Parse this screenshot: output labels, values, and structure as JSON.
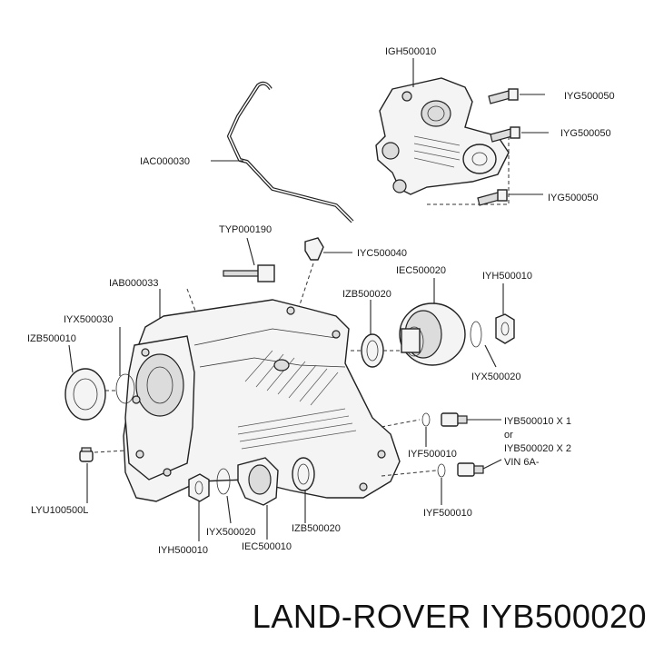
{
  "caption": "LAND-ROVER IYB500020",
  "labels": {
    "igh500010": "IGH500010",
    "iyg500050_a": "IYG500050",
    "iyg500050_b": "IYG500050",
    "iyg500050_c": "IYG500050",
    "iac000030": "IAC000030",
    "typ000190": "TYP000190",
    "iyc500040": "IYC500040",
    "iab000033": "IAB000033",
    "iec500020": "IEC500020",
    "iyh500010_top": "IYH500010",
    "izb500020_top": "IZB500020",
    "iyx500030": "IYX500030",
    "izb500010": "IZB500010",
    "iyx500020_right": "IYX500020",
    "iyb_line1": "IYB500010 X 1",
    "iyb_line2": "or",
    "iyb_line3": "IYB500020 X 2",
    "iyb_line4": "VIN 6A-",
    "iyf500010_upper": "IYF500010",
    "iyf500010_lower": "IYF500010",
    "lyu100500l": "LYU100500L",
    "iyx500020_bottom": "IYX500020",
    "izb500020_bottom": "IZB500020",
    "iyh500010_bottom": "IYH500010",
    "iec500010": "IEC500010"
  }
}
